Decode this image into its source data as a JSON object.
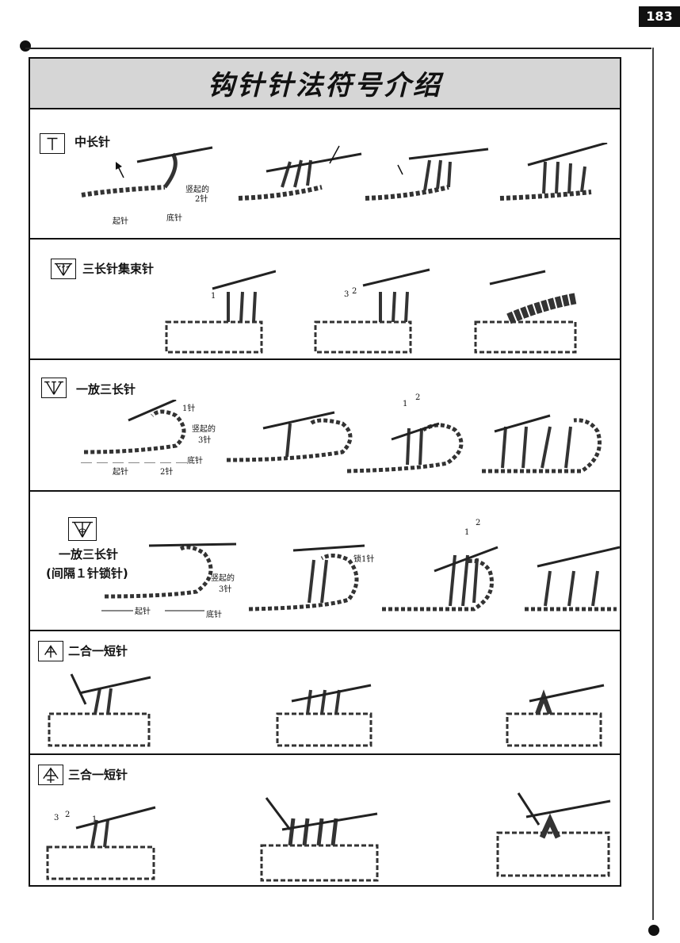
{
  "page": {
    "number": "183",
    "title": "钩针针法符号介绍"
  },
  "sections": [
    {
      "name": "中长针",
      "notes": {
        "raised": "竖起的",
        "raised_count": "2针",
        "start": "起针",
        "base": "底针"
      }
    },
    {
      "name": "三长针集束针",
      "notes": {
        "step1": "1",
        "step2": "2",
        "step3": "3"
      }
    },
    {
      "name": "一放三长针",
      "notes": {
        "one": "1针",
        "raised": "竖起的",
        "raised_count": "3针",
        "base": "底针",
        "start": "起针",
        "two": "2针",
        "n1": "1",
        "n2": "2"
      }
    },
    {
      "name_line1": "一放三长针",
      "name_line2": "(间隔１针锁针)",
      "notes": {
        "raised": "竖起的",
        "raised_count": "3针",
        "start": "起针",
        "base": "底针",
        "chain": "锁1针",
        "n1": "1",
        "n2": "2"
      }
    },
    {
      "name": "二合一短针"
    },
    {
      "name": "三合一短针",
      "notes": {
        "n3": "3",
        "n2": "2",
        "n1": "1"
      }
    }
  ],
  "icons": [
    "half-double-crochet-symbol-icon",
    "three-treble-cluster-symbol-icon",
    "three-treble-increase-symbol-icon",
    "three-treble-increase-chain-symbol-icon",
    "sc2tog-symbol-icon",
    "sc3tog-symbol-icon"
  ]
}
